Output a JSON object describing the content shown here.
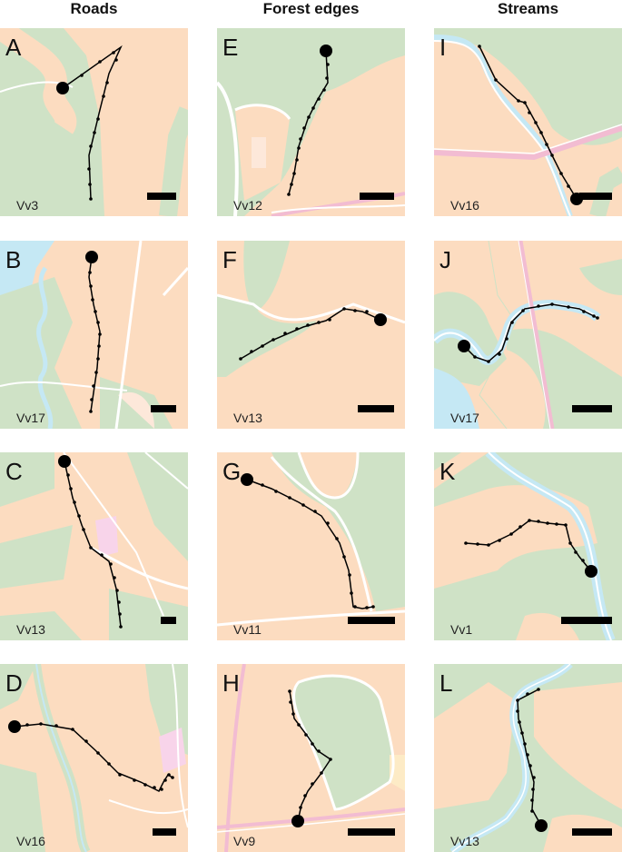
{
  "columns": [
    "Roads",
    "Forest edges",
    "Streams"
  ],
  "colors": {
    "field": "#fcdcc0",
    "forest": "#cfe2c6",
    "water": "#c5e8f4",
    "road": "#ffffff",
    "pink_road": "#f2bcd2",
    "track": "#000000"
  },
  "panels": [
    {
      "letter": "A",
      "id": "Vv3"
    },
    {
      "letter": "E",
      "id": "Vv12"
    },
    {
      "letter": "I",
      "id": "Vv16"
    },
    {
      "letter": "B",
      "id": "Vv17"
    },
    {
      "letter": "F",
      "id": "Vv13"
    },
    {
      "letter": "J",
      "id": "Vv17"
    },
    {
      "letter": "C",
      "id": "Vv13"
    },
    {
      "letter": "G",
      "id": "Vv11"
    },
    {
      "letter": "K",
      "id": "Vv1"
    },
    {
      "letter": "D",
      "id": "Vv16"
    },
    {
      "letter": "H",
      "id": "Vv9"
    },
    {
      "letter": "L",
      "id": "Vv13"
    }
  ]
}
